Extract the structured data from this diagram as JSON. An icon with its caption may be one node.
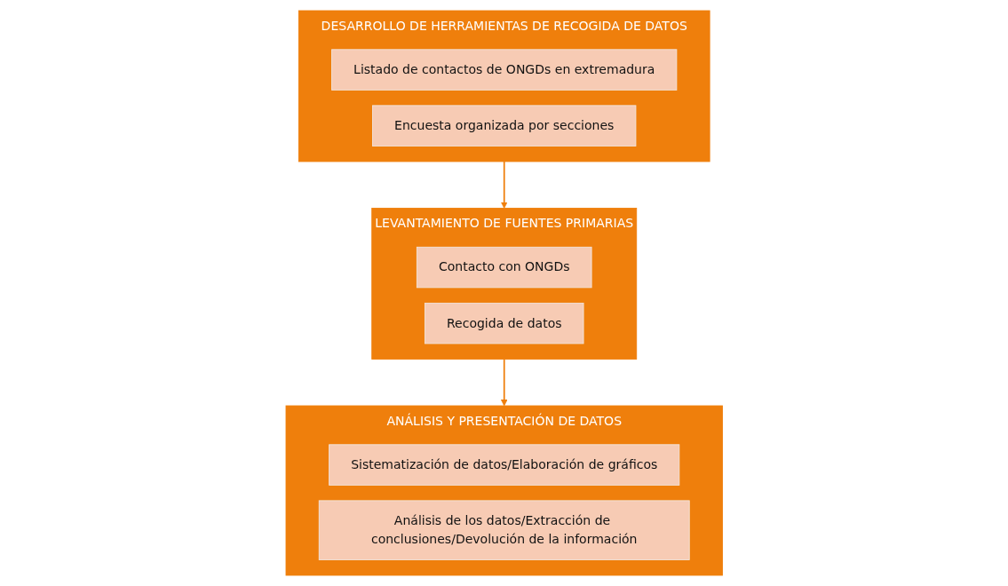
{
  "diagram": {
    "nodes": [
      {
        "text": [
          "DESARROLLO DE HERRAMIENTAS DE RECOGIDA DE DATOS"
        ]
      },
      {
        "text": [
          "Listado de contactos de ONGDs en extremadura"
        ],
        "in": 0
      },
      {
        "text": [
          "Encuesta organizada por secciones"
        ],
        "in": 0
      },
      {
        "text": [
          "LEVANTAMIENTO DE FUENTES PRIMARIAS"
        ]
      },
      {
        "text": [
          "Contacto con ONGDs"
        ],
        "in": 3
      },
      {
        "text": [
          "Recogida de datos"
        ],
        "in": 3
      },
      {
        "text": [
          "ANÁLISIS Y PRESENTACIÓN DE DATOS"
        ]
      },
      {
        "text": [
          "Sistematización de datos/Elaboración de gráficos"
        ],
        "in": 6
      },
      {
        "text": [
          "Análisis de los datos/Extracción de conclusiones/Devolución de la información"
        ],
        "in": 6
      }
    ],
    "edges": [
      {
        "from": 0,
        "to": 3,
        "arrow": "to"
      },
      {
        "from": 3,
        "to": 6,
        "arrow": "to"
      }
    ]
  }
}
